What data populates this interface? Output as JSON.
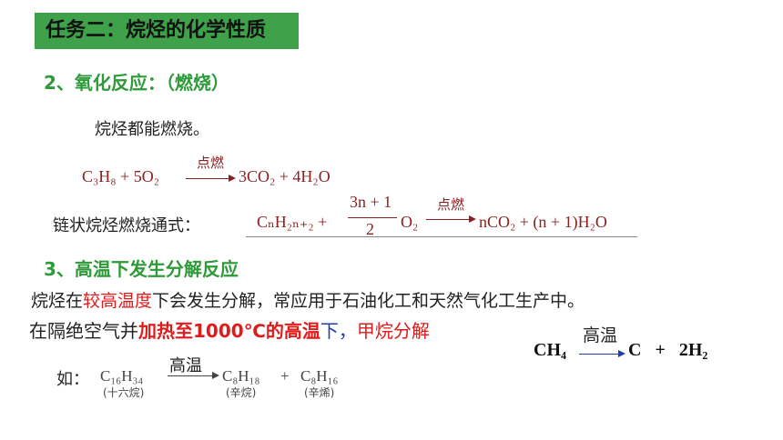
{
  "title": "任务二：烷烃的化学性质",
  "section2": {
    "heading": "2、氧化反应：（燃烧）",
    "intro": "烷烃都能燃烧。",
    "eq1_left": "C₃H₈ + 5O₂",
    "eq1_cond": "点燃",
    "eq1_right": "3CO₂ + 4H₂O",
    "general_label": "链状烷烃燃烧通式：",
    "gen_reactant": "CₙH₂ₙ₊₂ +",
    "gen_num": "3n + 1",
    "gen_den": "2",
    "gen_o2": "O₂",
    "gen_cond": "点燃",
    "gen_product": "nCO₂ + (n + 1)H₂O"
  },
  "section3": {
    "heading": "3、高温下发生分解反应",
    "line1_a": "烷烃在",
    "line1_red": "较高温度",
    "line1_b": "下会发生分解，常应用于石油化工和天然气化工生产中。",
    "line2_a": "在隔绝空气并",
    "line2_red": "加热至1000℃的高温",
    "line2_b": "下，",
    "line2_red2": "甲烷分解",
    "ch4_cond": "高温",
    "ch4_left": "CH₄",
    "ch4_right": "C   +   2H₂",
    "ex_prefix": "如：",
    "ex_reactant": "C₁₆H₃₄",
    "ex_reactant_name": "(十六烷)",
    "ex_cond": "高温",
    "ex_p1": "C₈H₁₈",
    "ex_p1_name": "(辛烷)",
    "ex_plus": "+",
    "ex_p2": "C₈H₁₆",
    "ex_p2_name": "(辛烯)"
  }
}
